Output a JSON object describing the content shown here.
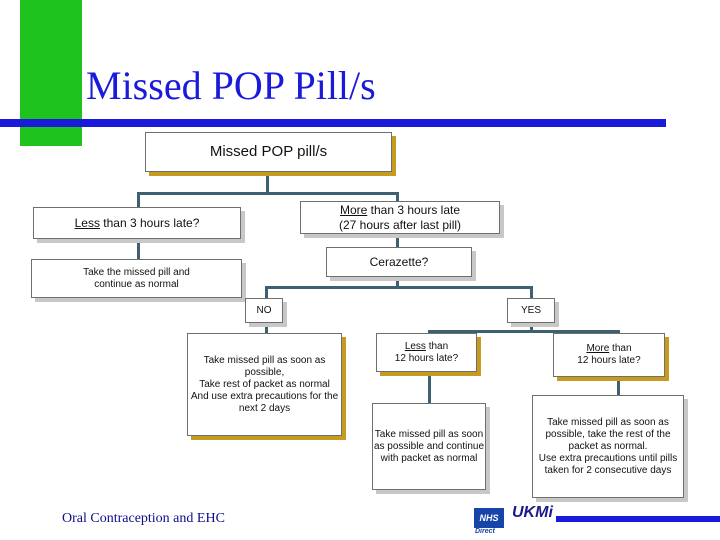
{
  "title": "Missed POP Pill/s",
  "footer": "Oral Contraception and EHC",
  "logos": {
    "nhs": "NHS",
    "direct": "Direct",
    "ukmi": "UKMi"
  },
  "nodes": {
    "root": "Missed POP pill/s",
    "less3_u": "Less",
    "less3_rest": " than 3 hours late?",
    "more3_u": "More",
    "more3_rest": " than 3 hours late",
    "more3_line2": "(27 hours after last pill)",
    "cerazette": "Cerazette?",
    "take_missed_1": "Take the missed pill and",
    "take_missed_2": "continue as normal",
    "no": "NO",
    "yes": "YES",
    "no_action_1": "Take missed pill as soon as",
    "no_action_2": "possible,",
    "no_action_3": "Take rest of packet as normal",
    "no_action_4": "And use extra precautions for the",
    "no_action_5": "next 2 days",
    "less12_u": "Less",
    "less12_rest": " than",
    "less12_line2": "12 hours late?",
    "more12_u": "More",
    "more12_rest": " than",
    "more12_line2": "12 hours late?",
    "less12_action_1": "Take missed pill as soon",
    "less12_action_2": "as possible and continue",
    "less12_action_3": "with packet as normal",
    "more12_action_1": "Take missed pill as soon as",
    "more12_action_2": "possible, take the rest of the",
    "more12_action_3": "packet as normal.",
    "more12_action_4": "Use extra precautions until pills",
    "more12_action_5": "taken for 2 consecutive days"
  },
  "colors": {
    "green": "#1ec31e",
    "blue": "#1a1adb",
    "connector": "#3d6171",
    "gold_shadow": "#c79a20"
  }
}
